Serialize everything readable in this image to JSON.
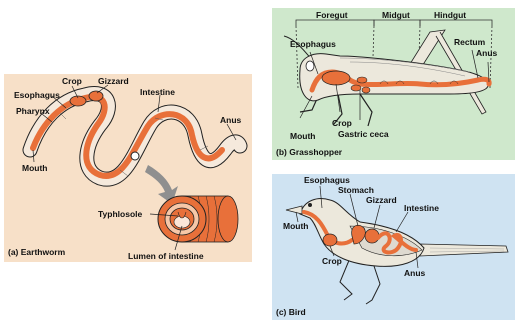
{
  "colors": {
    "panel_a_bg": "#f7e0c8",
    "panel_b_bg": "#cfe8cc",
    "panel_c_bg": "#cfe3f2",
    "gut": "#e8703a",
    "outline": "#222222",
    "arrow": "#8f8f8f"
  },
  "earthworm": {
    "caption": "(a) Earthworm",
    "labels": {
      "crop": "Crop",
      "gizzard": "Gizzard",
      "esophagus": "Esophagus",
      "pharynx": "Pharynx",
      "intestine": "Intestine",
      "anus": "Anus",
      "mouth": "Mouth",
      "typhlosole": "Typhlosole",
      "lumen": "Lumen of intestine"
    }
  },
  "grasshopper": {
    "caption": "(b) Grasshopper",
    "regions": {
      "foregut": "Foregut",
      "midgut": "Midgut",
      "hindgut": "Hindgut"
    },
    "labels": {
      "esophagus": "Esophagus",
      "rectum": "Rectum",
      "anus": "Anus",
      "mouth": "Mouth",
      "crop": "Crop",
      "gastric_ceca": "Gastric ceca"
    }
  },
  "bird": {
    "caption": "(c) Bird",
    "labels": {
      "esophagus": "Esophagus",
      "stomach": "Stomach",
      "gizzard": "Gizzard",
      "intestine": "Intestine",
      "mouth": "Mouth",
      "crop": "Crop",
      "anus": "Anus"
    }
  }
}
